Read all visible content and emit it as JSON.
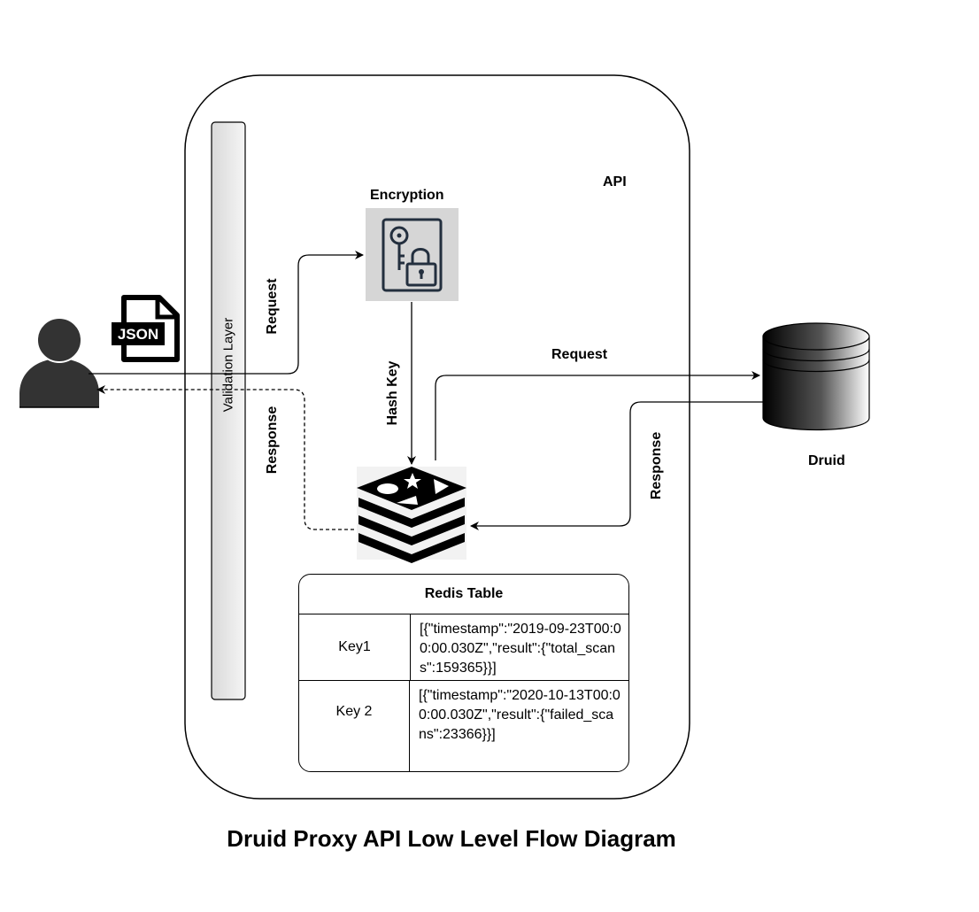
{
  "diagram": {
    "title": "Druid Proxy API Low Level Flow Diagram",
    "api_label": "API",
    "validation_layer_label": "Validation Layer",
    "json_icon_label": "JSON",
    "encryption_label": "Encryption",
    "hash_key_label": "Hash Key",
    "druid_label": "Druid",
    "edge_labels": {
      "request_client": "Request",
      "response_client": "Response",
      "request_druid": "Request",
      "response_druid": "Response"
    },
    "redis_table": {
      "title": "Redis Table",
      "rows": [
        {
          "key": "Key1",
          "value": "[{\"timestamp\":\"2019-09-23T00:00:00.030Z\",\"result\":{\"total_scans\":159365}}]"
        },
        {
          "key": "Key 2",
          "value": "[{\"timestamp\":\"2020-10-13T00:00:00.030Z\",\"result\":{\"failed_scans\":23366}}]"
        }
      ]
    }
  }
}
